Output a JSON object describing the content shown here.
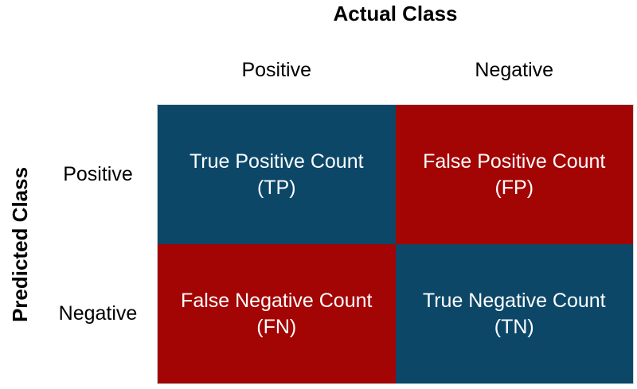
{
  "diagram": {
    "title": "Actual Class",
    "y_axis_label": "Predicted Class",
    "column_labels": [
      "Positive",
      "Negative"
    ],
    "row_labels": [
      "Positive",
      "Negative"
    ],
    "cells": [
      {
        "id": "tp",
        "line1": "True Positive Count",
        "line2": "(TP)",
        "color": "#0C4768"
      },
      {
        "id": "fp",
        "line1": "False Positive Count",
        "line2": "(FP)",
        "color": "#A30404"
      },
      {
        "id": "fn",
        "line1": "False Negative Count",
        "line2": "(FN)",
        "color": "#A30404"
      },
      {
        "id": "tn",
        "line1": "True Negative Count",
        "line2": "(TN)",
        "color": "#0C4768"
      }
    ],
    "colors": {
      "true_cell": "#0C4768",
      "false_cell": "#A30404",
      "cell_text": "#FFFFFF",
      "label_text": "#000000",
      "background": "#FFFFFF"
    }
  }
}
